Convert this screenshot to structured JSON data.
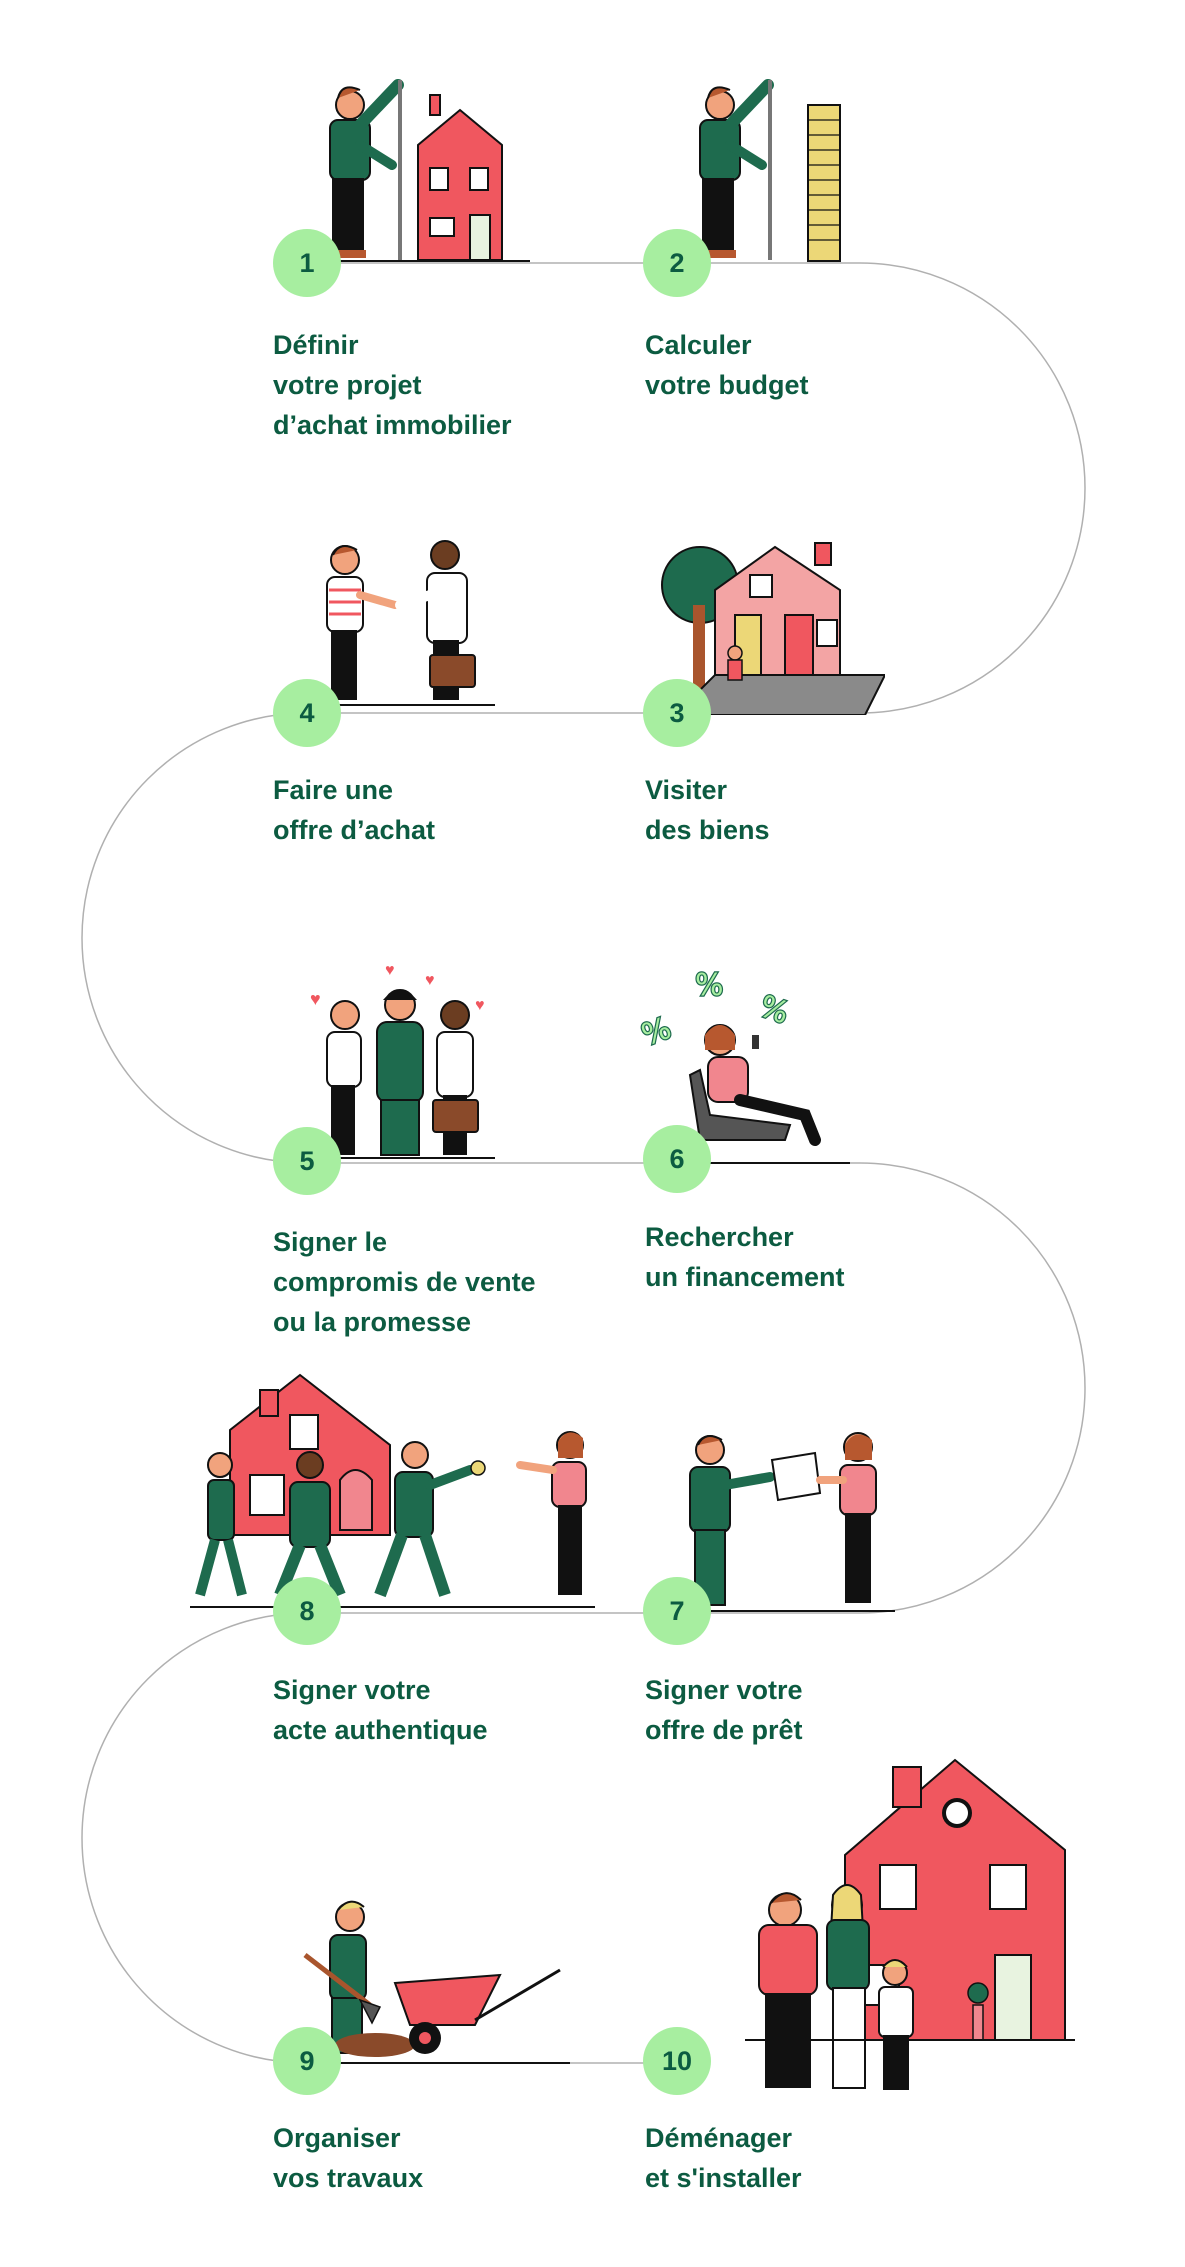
{
  "colors": {
    "badge_bg": "#a7eea0",
    "text": "#0c5b41",
    "path_line": "#b0b0b0",
    "house_red": "#f0575f",
    "suit_green": "#1e6b4e",
    "pink_shirt": "#f1868e",
    "gold": "#ecd777"
  },
  "steps": [
    {
      "number": "1",
      "lines": [
        "Définir",
        "votre projet",
        "d’achat immobilier"
      ],
      "illustration": "man-measuring-house-icon"
    },
    {
      "number": "2",
      "lines": [
        "Calculer",
        "votre budget"
      ],
      "illustration": "man-measuring-coins-icon"
    },
    {
      "number": "3",
      "lines": [
        "Visiter",
        "des biens"
      ],
      "illustration": "house-visit-icon"
    },
    {
      "number": "4",
      "lines": [
        "Faire une",
        "offre d’achat"
      ],
      "illustration": "handshake-icon"
    },
    {
      "number": "5",
      "lines": [
        "Signer le",
        "compromis de vente",
        "ou la promesse"
      ],
      "illustration": "group-hug-icon"
    },
    {
      "number": "6",
      "lines": [
        "Rechercher",
        "un financement"
      ],
      "illustration": "woman-percent-icon"
    },
    {
      "number": "7",
      "lines": [
        "Signer votre",
        "offre de prêt"
      ],
      "illustration": "document-exchange-icon"
    },
    {
      "number": "8",
      "lines": [
        "Signer votre",
        "acte authentique"
      ],
      "illustration": "carrying-house-icon"
    },
    {
      "number": "9",
      "lines": [
        "Organiser",
        "vos travaux"
      ],
      "illustration": "wheelbarrow-icon"
    },
    {
      "number": "10",
      "lines": [
        "Déménager",
        "et s'installer"
      ],
      "illustration": "family-new-home-icon"
    }
  ]
}
